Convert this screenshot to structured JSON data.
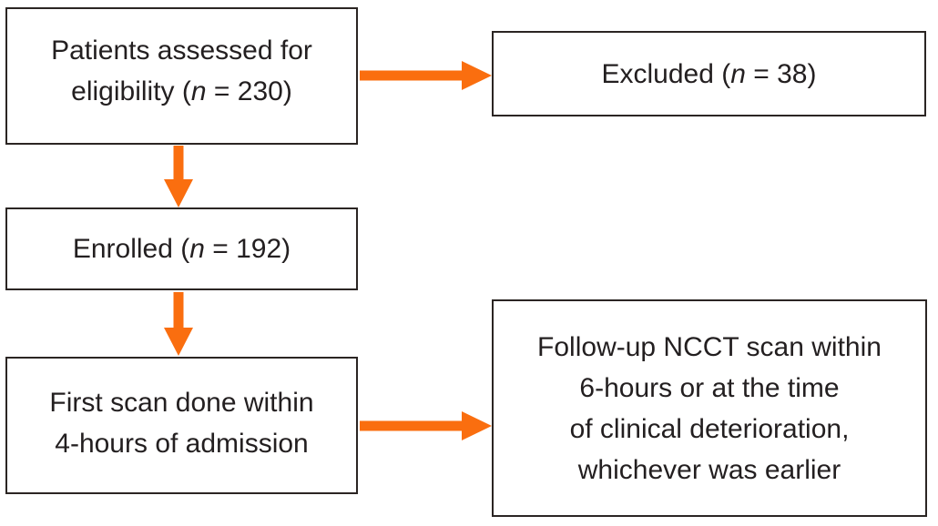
{
  "diagram": {
    "type": "flowchart",
    "colors": {
      "arrow": "#FA6E0F",
      "box_border": "#2B2523",
      "text": "#231F20",
      "background": "#FFFFFF"
    },
    "boxes": {
      "assessed": {
        "line1": "Patients assessed for",
        "line2_prefix": "eligibility (",
        "n_symbol": "n",
        "line2_suffix": " = 230)"
      },
      "excluded": {
        "prefix": "Excluded (",
        "n_symbol": "n",
        "suffix": " = 38)"
      },
      "enrolled": {
        "prefix": "Enrolled (",
        "n_symbol": "n",
        "suffix": " = 192)"
      },
      "first_scan": {
        "line1": "First scan done within",
        "line2": "4-hours of admission"
      },
      "follow_up": {
        "line1": "Follow-up NCCT scan within",
        "line2": "6-hours or at the time",
        "line3": "of clinical deterioration,",
        "line4": "whichever was earlier"
      }
    },
    "arrows": [
      {
        "from": "assessed",
        "to": "excluded",
        "direction": "right"
      },
      {
        "from": "assessed",
        "to": "enrolled",
        "direction": "down"
      },
      {
        "from": "enrolled",
        "to": "first_scan",
        "direction": "down"
      },
      {
        "from": "first_scan",
        "to": "follow_up",
        "direction": "right"
      }
    ]
  }
}
